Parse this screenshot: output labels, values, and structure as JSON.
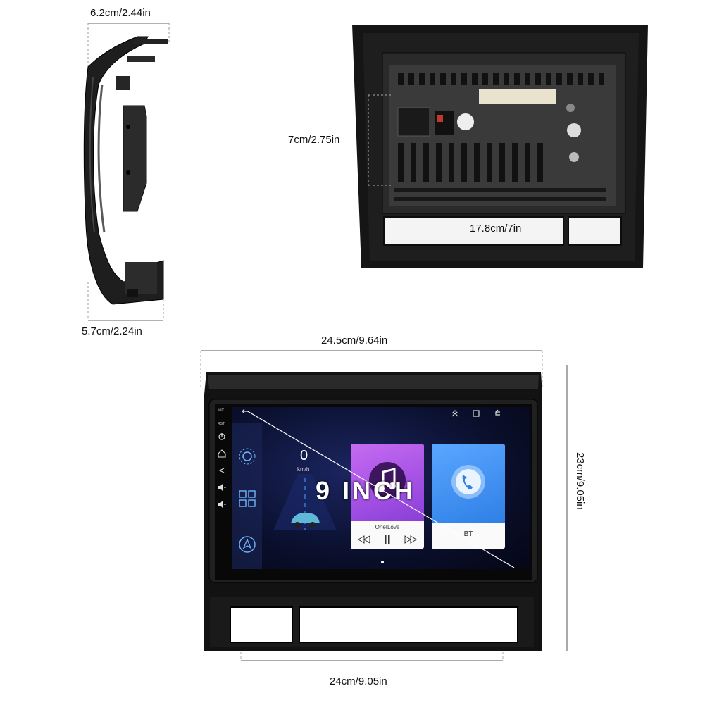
{
  "dimensions": {
    "side_top_depth": "6.2cm/2.44in",
    "side_bottom_depth": "5.7cm/2.24in",
    "back_height": "7cm/2.75in",
    "back_width": "17.8cm/7in",
    "front_top_width": "24.5cm/9.64in",
    "front_height": "23cm/9.05in",
    "front_bottom_width": "24cm/9.05in"
  },
  "screen": {
    "size_label": "9 INCH",
    "speed_value": "0",
    "speed_unit": "km/h",
    "music_title": "OneILove",
    "bt_label": "BT",
    "side_labels": {
      "mic": "MIC",
      "rst": "RST"
    }
  },
  "icons": [
    "power-icon",
    "home-icon",
    "back-icon",
    "volume-up-icon",
    "volume-down-icon",
    "settings-gear-icon",
    "apps-grid-icon",
    "navigation-icon",
    "car-icon",
    "music-note-icon",
    "phone-bluetooth-icon",
    "prev-track-icon",
    "pause-icon",
    "next-track-icon",
    "chevron-up-icon",
    "recent-apps-icon",
    "return-icon"
  ],
  "colors": {
    "frame": "#1a1a1a",
    "screen_bg": "#0b1030",
    "music_card": "#9c4fe0",
    "bt_card": "#3a8ef0",
    "dim_line": "#555555"
  }
}
